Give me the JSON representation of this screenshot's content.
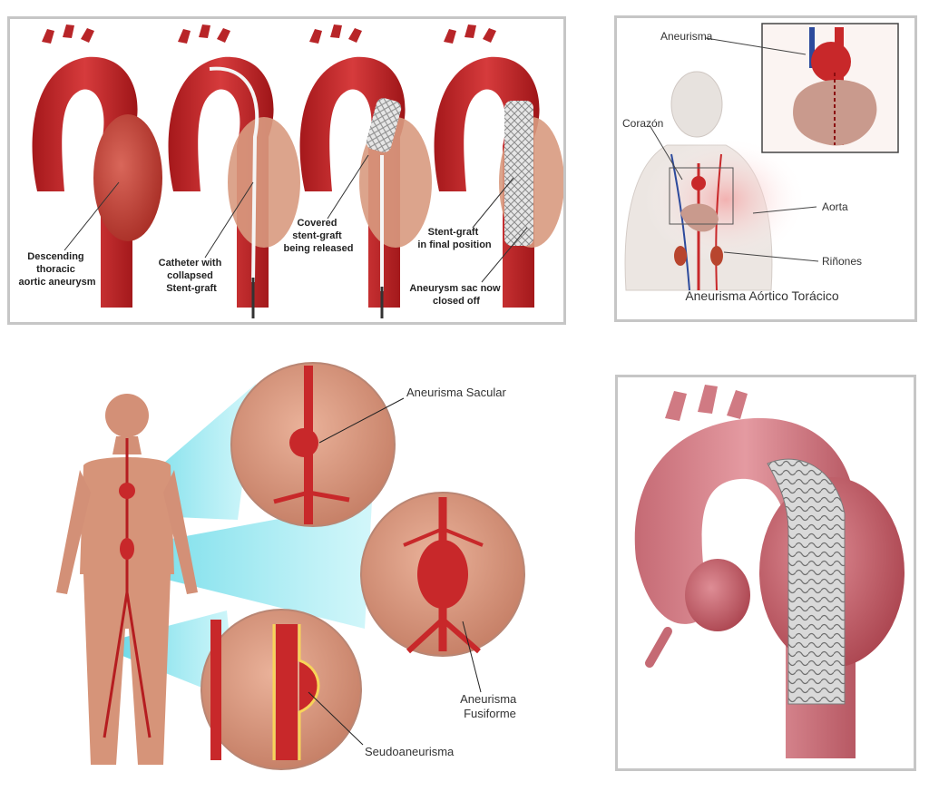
{
  "panel_stent_sequence": {
    "stage1": [
      "Descending",
      "thoracic",
      "aortic aneurysm"
    ],
    "stage2": [
      "Catheter with",
      "collapsed",
      "Stent-graft"
    ],
    "stage3": [
      "Covered",
      "stent-graft",
      "being released"
    ],
    "stage4a": [
      "Stent-graft",
      "in final position"
    ],
    "stage4b": [
      "Aneurysm sac now",
      "closed off"
    ]
  },
  "panel_thoracic": {
    "aneurisma": "Aneurisma",
    "corazon": "Corazón",
    "aorta": "Aorta",
    "rinones": "Riñones",
    "caption": "Aneurisma Aórtico Torácico"
  },
  "panel_types": {
    "sacular": "Aneurisma Sacular",
    "fusiforme": [
      "Aneurisma",
      "Fusiforme"
    ],
    "seudo": "Seudoaneurisma"
  },
  "colors": {
    "aorta": "#c8282a",
    "aorta_dark": "#8e1416",
    "skin": "#d9957b",
    "cyan": "#7fe3ee",
    "panel_border": "#c6c6c6"
  }
}
